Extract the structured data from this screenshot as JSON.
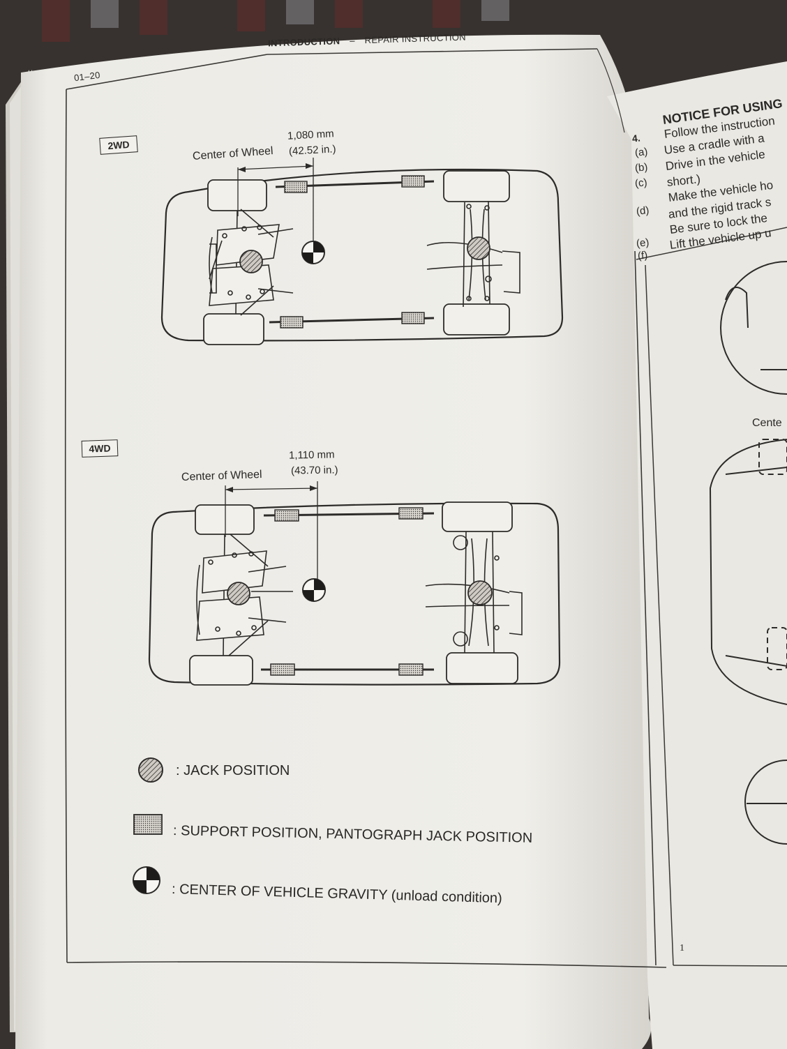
{
  "page": {
    "number": "01–20",
    "header_section": "INTRODUCTION",
    "header_dash": "–",
    "header_subsection": "REPAIR INSTRUCTION"
  },
  "diagrams": [
    {
      "variant": "2WD",
      "distance_mm": "1,080 mm",
      "distance_in": "(42.52 in.)",
      "center_of_wheel": "Center of Wheel"
    },
    {
      "variant": "4WD",
      "distance_mm": "1,110 mm",
      "distance_in": "(43.70 in.)",
      "center_of_wheel": "Center of Wheel"
    }
  ],
  "legend": [
    {
      "icon": "jack-position-icon",
      "text": ": JACK POSITION"
    },
    {
      "icon": "support-position-icon",
      "text": ": SUPPORT POSITION, PANTOGRAPH JACK POSITION"
    },
    {
      "icon": "center-of-gravity-icon",
      "text": ": CENTER OF VEHICLE GRAVITY (unload condition)"
    }
  ],
  "right_page": {
    "item_number": "4.",
    "heading": "NOTICE FOR USING",
    "lines": [
      {
        "letter": "",
        "text": "Follow the instruction"
      },
      {
        "letter": "(a)",
        "text": "Use a cradle with a"
      },
      {
        "letter": "(b)",
        "text": "Drive in the vehicle"
      },
      {
        "letter": "(c)",
        "text": "short.)"
      },
      {
        "letter": "(d)",
        "text": "Make the vehicle ho"
      },
      {
        "letter": "",
        "text": "and the rigid track s"
      },
      {
        "letter": "(e)",
        "text": "Be sure to lock the"
      },
      {
        "letter": "(f)",
        "text": "Lift the vehicle up u"
      }
    ],
    "figure_label": "Cente",
    "footer_mark": "1"
  },
  "colors": {
    "paper": "#efede8",
    "ink": "#2a2826",
    "background": "#3a3733"
  }
}
